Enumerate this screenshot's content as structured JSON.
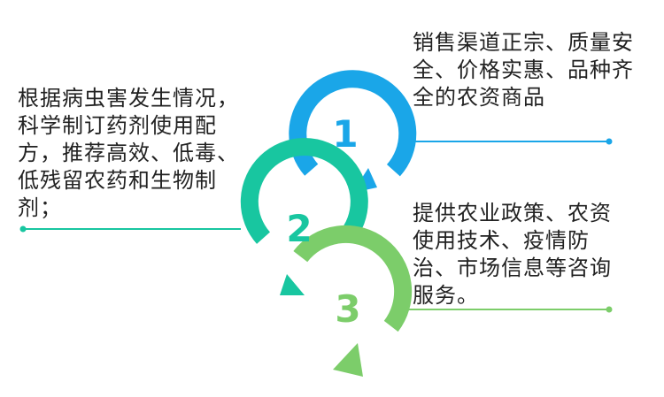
{
  "colors": {
    "step1": "#1aa6e8",
    "step2": "#18c6a0",
    "step3": "#7ccd6a",
    "text": "#222222"
  },
  "steps": [
    {
      "number": "1"
    },
    {
      "number": "2"
    },
    {
      "number": "3"
    }
  ],
  "blocks": {
    "left": "根据病虫害发生情况，科学制订药剂使用配方，推荐高效、低毒、低残留农药和生物制剂；",
    "top": "销售渠道正宗、质量安全、价格实惠、品种齐全的农资商品",
    "right": "提供农业政策、农资使用技术、疫情防治、市场信息等咨询服务。"
  }
}
